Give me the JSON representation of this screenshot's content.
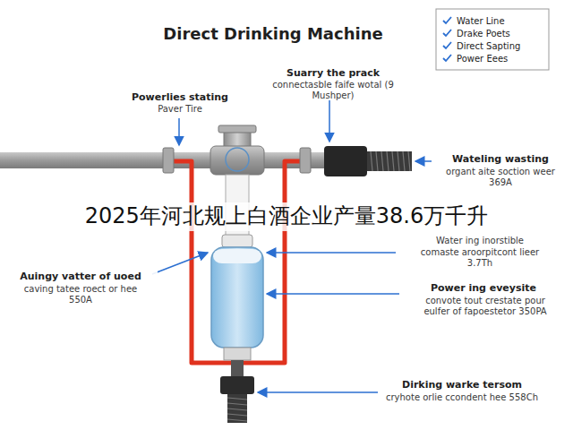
{
  "diagram": {
    "title": "Direct Drinking Machine",
    "labels": [
      "2025年河北规上白酒企业产量38.6万千升",
      "Suarry the prack",
      "connectasble faife wotal (9 Mushper)",
      "Powerlies stating",
      "Paver Tire",
      "Wateling wasting",
      "organt aite soction weer 369A",
      "Water ing inorstible",
      "comaste aroorpitcont lieer 3.7Th",
      "Auingy vatter of uoed",
      "caving tatee roect or hee 550A",
      "Power ing eveysite",
      "convote tout crestate pour eulfer of fapoestetor 350PA",
      "Dirking warke tersom",
      "cryhote orlie ccondent hee 558Ch"
    ],
    "legend": [
      {
        "text": "Water Line"
      },
      {
        "text": "Drake Poets"
      },
      {
        "text": "Direct Sapting"
      },
      {
        "text": "Power Eees"
      }
    ]
  }
}
